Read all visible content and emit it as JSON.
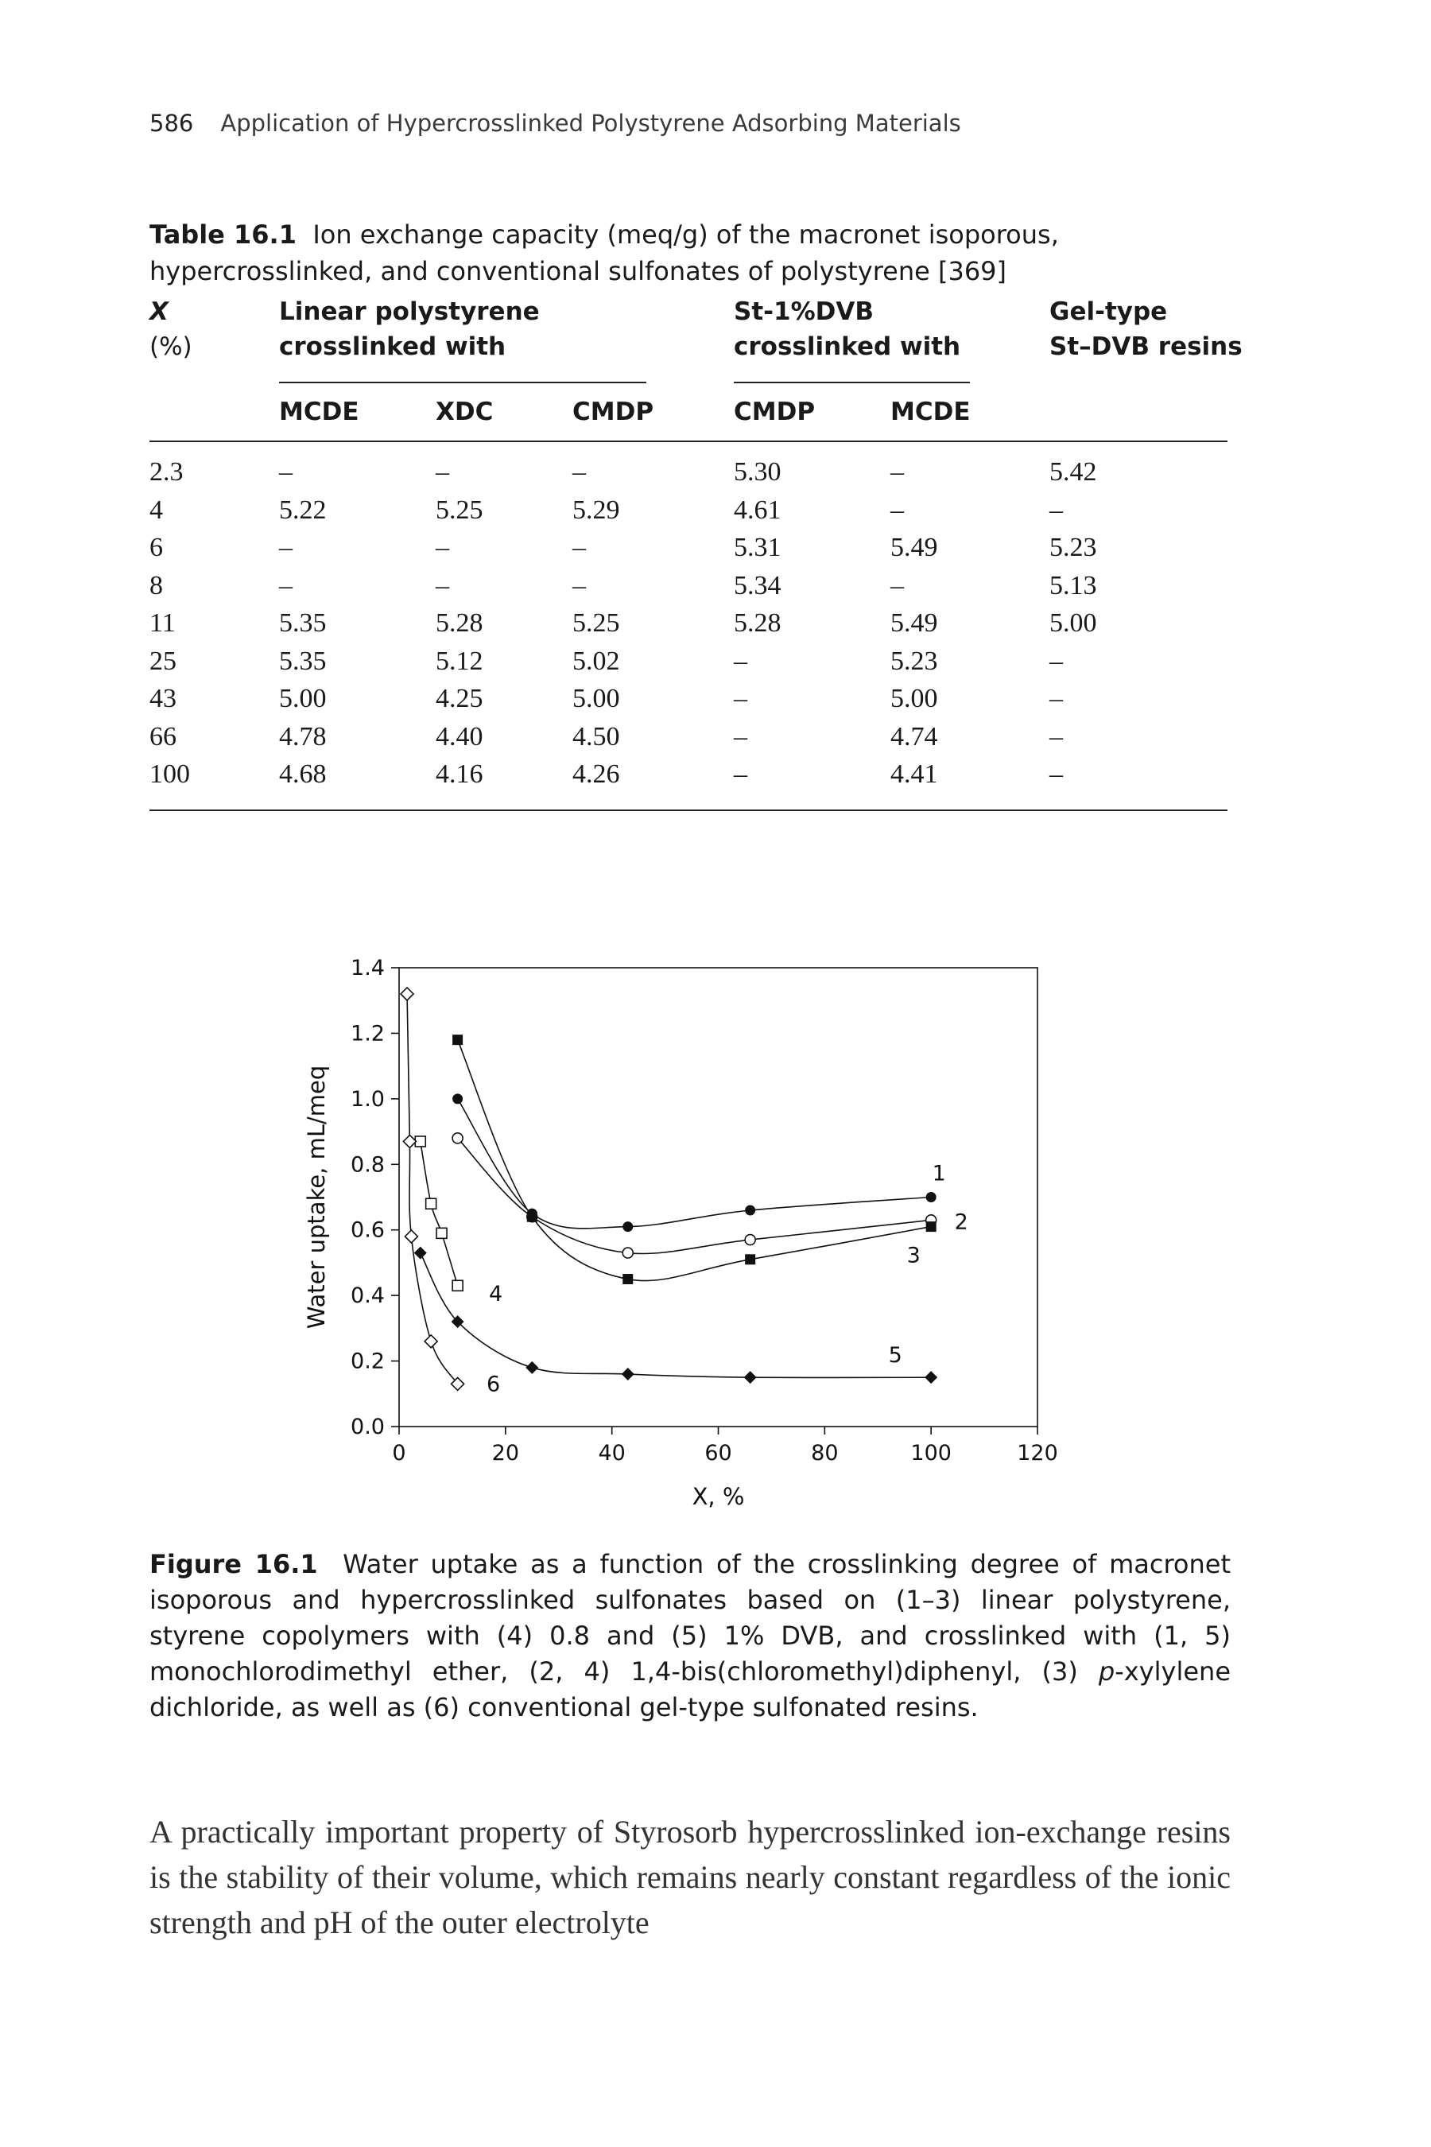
{
  "running_head": {
    "page_number": "586",
    "title": "Application of Hypercrosslinked Polystyrene Adsorbing Materials"
  },
  "table": {
    "label": "Table 16.1",
    "caption": "Ion exchange capacity (meq/g) of the macronet isoporous, hypercrosslinked, and conventional sulfonates of polystyrene [369]",
    "col_x": "X",
    "col_x_unit": "(%)",
    "group1_line1": "Linear polystyrene",
    "group1_line2": "crosslinked with",
    "group2_line1": "St-1%DVB",
    "group2_line2": "crosslinked with",
    "group3_line1": "Gel-type",
    "group3_line2": "St–DVB resins",
    "sub_headers": [
      "MCDE",
      "XDC",
      "CMDP",
      "CMDP",
      "MCDE"
    ],
    "rows": [
      [
        "2.3",
        "–",
        "–",
        "–",
        "5.30",
        "–",
        "5.42"
      ],
      [
        "4",
        "5.22",
        "5.25",
        "5.29",
        "4.61",
        "–",
        "–"
      ],
      [
        "6",
        "–",
        "–",
        "–",
        "5.31",
        "5.49",
        "5.23"
      ],
      [
        "8",
        "–",
        "–",
        "–",
        "5.34",
        "–",
        "5.13"
      ],
      [
        "11",
        "5.35",
        "5.28",
        "5.25",
        "5.28",
        "5.49",
        "5.00"
      ],
      [
        "25",
        "5.35",
        "5.12",
        "5.02",
        "–",
        "5.23",
        "–"
      ],
      [
        "43",
        "5.00",
        "4.25",
        "5.00",
        "–",
        "5.00",
        "–"
      ],
      [
        "66",
        "4.78",
        "4.40",
        "4.50",
        "–",
        "4.74",
        "–"
      ],
      [
        "100",
        "4.68",
        "4.16",
        "4.26",
        "–",
        "4.41",
        "–"
      ]
    ]
  },
  "chart_data": {
    "type": "scatter",
    "title": "",
    "xlabel": "X, %",
    "ylabel": "Water uptake, mL/meq",
    "xlim": [
      0,
      120
    ],
    "ylim": [
      0,
      1.4
    ],
    "x_ticks": [
      "0",
      "20",
      "40",
      "60",
      "80",
      "100",
      "120"
    ],
    "y_ticks": [
      "0.0",
      "0.2",
      "0.4",
      "0.6",
      "0.8",
      "1.0",
      "1.2",
      "1.4"
    ],
    "grid": false,
    "series": [
      {
        "name": "1",
        "marker": "filled-circle",
        "x": [
          11,
          25,
          43,
          66,
          100
        ],
        "y": [
          1.0,
          0.65,
          0.61,
          0.66,
          0.7
        ]
      },
      {
        "name": "2",
        "marker": "open-circle",
        "x": [
          11,
          25,
          43,
          66,
          100
        ],
        "y": [
          0.88,
          0.64,
          0.53,
          0.57,
          0.63
        ]
      },
      {
        "name": "3",
        "marker": "filled-square",
        "x": [
          11,
          25,
          43,
          66,
          100
        ],
        "y": [
          1.18,
          0.64,
          0.45,
          0.51,
          0.61
        ]
      },
      {
        "name": "4",
        "marker": "open-square",
        "x": [
          4,
          6,
          8,
          11
        ],
        "y": [
          0.87,
          0.68,
          0.59,
          0.43
        ]
      },
      {
        "name": "5",
        "marker": "filled-diamond",
        "x": [
          4,
          11,
          25,
          43,
          66,
          100
        ],
        "y": [
          0.53,
          0.32,
          0.18,
          0.16,
          0.15,
          0.15
        ]
      },
      {
        "name": "6",
        "marker": "open-diamond",
        "x": [
          1.5,
          2,
          2.3,
          6,
          11
        ],
        "y": [
          1.32,
          0.87,
          0.58,
          0.26,
          0.13
        ]
      }
    ]
  },
  "figure": {
    "label": "Figure 16.1",
    "caption_a": "Water uptake as a function of the crosslinking degree of macronet isoporous and hypercrosslinked sulfonates based on (1–3) linear polystyrene, styrene copolymers with (4) 0.8 and (5) 1% DVB, and crosslinked with (1, 5) monochlorodimethyl ether, (2, 4) 1,4-bis(chloromethyl)diphenyl, (3) ",
    "caption_italic": "p",
    "caption_b": "-xylylene dichloride, as well as (6) conventional gel-type sulfonated resins."
  },
  "body_text": "A practically important property of Styrosorb hypercrosslinked ion-exchange resins is the stability of their volume, which remains nearly constant regardless of the ionic strength and pH of the outer electrolyte"
}
